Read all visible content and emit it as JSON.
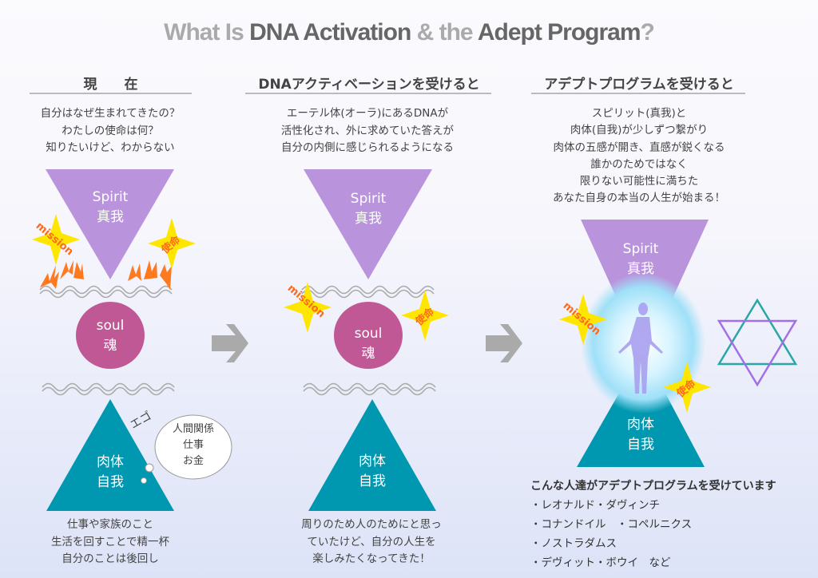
{
  "title": {
    "part1": "What Is ",
    "part2": "DNA Activation",
    "part3": " & the ",
    "part4": "Adept Program",
    "part5": "?"
  },
  "columns": [
    {
      "header": "現　　在",
      "text": [
        "自分はなぜ生まれてきたの？",
        "わたしの使命は何？",
        "知りたいけど、わからない"
      ],
      "spirit": [
        "Spirit",
        "真我"
      ],
      "soul": [
        "soul",
        "魂"
      ],
      "body": [
        "肉体",
        "自我"
      ],
      "ego": "エゴ",
      "cloud": [
        "人間関係",
        "仕事",
        "お金"
      ],
      "bottom": [
        "仕事や家族のこと",
        "生活を回すことで精一杯",
        "自分のことは後回し"
      ]
    },
    {
      "header": "DNAアクティベーションを受けると",
      "text": [
        "エーテル体(オーラ)にあるDNAが",
        "活性化され、外に求めていた答えが",
        "自分の内側に感じられるようになる"
      ],
      "spirit": [
        "Spirit",
        "真我"
      ],
      "soul": [
        "soul",
        "魂"
      ],
      "body": [
        "肉体",
        "自我"
      ],
      "bottom": [
        "周りのため人のためにと思っ",
        "ていたけど、自分の人生を",
        "楽しみたくなってきた！"
      ]
    },
    {
      "header": "アデプトプログラムを受けると",
      "text": [
        "スピリット(真我)と",
        "肉体(自我)が少しずつ繋がり",
        "肉体の五感が開き、直感が鋭くなる",
        "誰かのためではなく",
        "限りない可能性に満ちた",
        "あなた自身の本当の人生が始まる！"
      ],
      "spirit": [
        "Spirit",
        "真我"
      ],
      "body": [
        "肉体",
        "自我"
      ]
    }
  ],
  "badges": {
    "mission": "mission",
    "shimei": "使命"
  },
  "people": {
    "heading": "こんな人達がアデプトプログラムを受けています",
    "items": [
      "・レオナルド・ダヴィンチ",
      "・コナンドイル　・コペルニクス",
      "・ノストラダムス",
      "・デヴィット・ボウイ　など"
    ]
  },
  "colors": {
    "spirit": "#b994dc",
    "soul": "#c05896",
    "body": "#0098b0",
    "arrow": "#aaaaaa",
    "burst": "#ffe600",
    "burst_text": "#ff6a1a"
  }
}
